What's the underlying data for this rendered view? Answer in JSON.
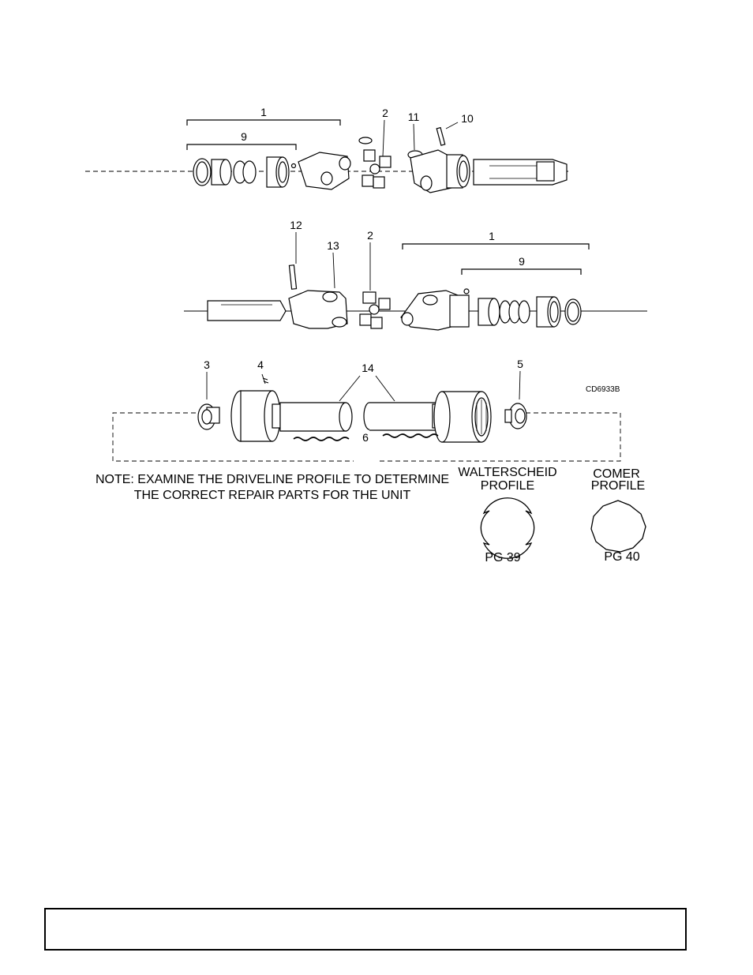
{
  "diagram": {
    "figure_code": "CD6933B",
    "callouts": {
      "top_assembly": [
        "1",
        "9",
        "2",
        "11",
        "10"
      ],
      "middle_assembly": [
        "12",
        "13",
        "2",
        "1",
        "9"
      ],
      "bottom_assembly": [
        "3",
        "4",
        "14",
        "5",
        "6"
      ]
    },
    "note_lines": [
      "NOTE: EXAMINE THE DRIVELINE PROFILE TO DETERMINE",
      "THE CORRECT REPAIR PARTS FOR THE UNIT"
    ],
    "profiles": [
      {
        "title_lines": [
          "WALTERSCHEID",
          "PROFILE"
        ],
        "page_ref": "PG 39"
      },
      {
        "title_lines": [
          "COMER",
          "PROFILE"
        ],
        "page_ref": "PG 40"
      }
    ]
  },
  "footer": {
    "text": ""
  }
}
